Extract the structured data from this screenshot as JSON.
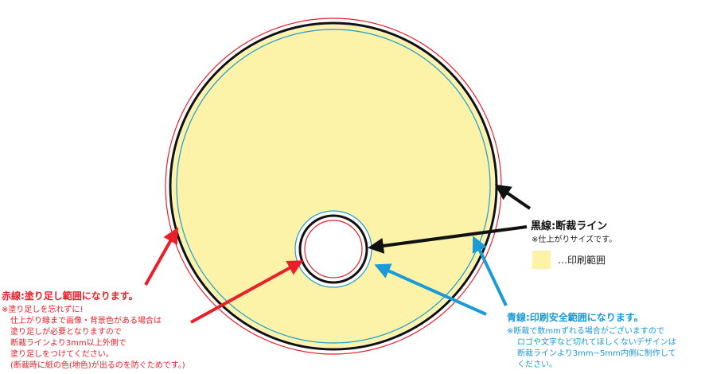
{
  "colors": {
    "bleed_line": "#e8202a",
    "trim_line": "#111111",
    "safe_line": "#1a9ad6",
    "print_area": "#fdf3a8",
    "bleed_text": "#e8202a",
    "safe_text": "#1a9ad6"
  },
  "black_label": {
    "title": "黒線:断裁ライン",
    "note": "※仕上がりサイズです。"
  },
  "legend": {
    "label": "…印刷範囲"
  },
  "red_label": {
    "title": "赤線:塗り足し範囲になります。",
    "notes": [
      "※塗り足しを忘れずに!",
      "仕上がり線まで画像・背景色がある場合は",
      "塗り足しが必要となりますので",
      "断裁ラインより3mm以上外側で",
      "塗り足しをつけてください。",
      "(断裁時に紙の色(地色)が出るのを防ぐためです。)"
    ]
  },
  "blue_label": {
    "title": "青線:印刷安全範囲になります。",
    "notes": [
      "※断裁で数mmずれる場合がございますので",
      "ロゴや文字など切れてほしくないデザインは",
      "断裁ラインより3mm~5mm内側に制作して",
      "ください。"
    ]
  }
}
